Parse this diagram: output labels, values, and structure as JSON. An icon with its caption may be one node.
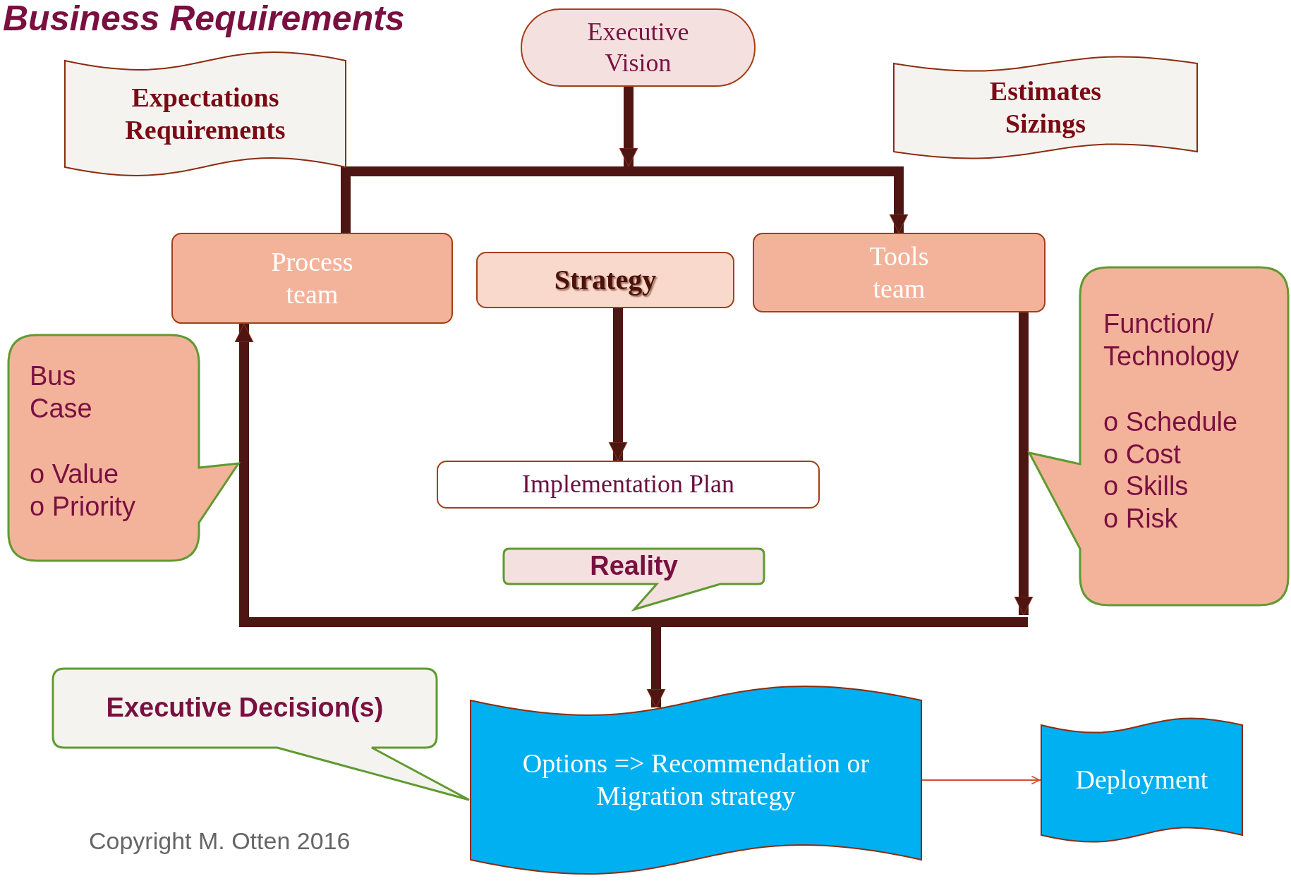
{
  "diagram": {
    "title": "Business Requirements",
    "nodes": [
      {
        "text": [
          "Expectations Requirements"
        ]
      },
      {
        "text": [
          "Executive Vision"
        ]
      },
      {
        "text": [
          "Estimates Sizings"
        ]
      },
      {
        "text": [
          "Process team"
        ]
      },
      {
        "text": [
          "Strategy"
        ]
      },
      {
        "text": [
          "Tools team"
        ]
      },
      {
        "text": [
          "Bus Case",
          "o Value",
          "o Priority"
        ]
      },
      {
        "text": [
          "Function/ Technology",
          "o Schedule",
          "o Cost",
          "o Skills",
          "o Risk"
        ]
      },
      {
        "text": [
          "Implementation Plan"
        ]
      },
      {
        "text": [
          "Reality"
        ]
      },
      {
        "text": [
          "Executive Decision(s)"
        ]
      },
      {
        "text": [
          "Options => Recommendation or Migration strategy"
        ]
      },
      {
        "text": [
          "Deployment"
        ]
      }
    ],
    "edges": [
      {
        "from": 1,
        "to": null,
        "arrow": "to"
      },
      {
        "from": null,
        "to": 3,
        "arrow": "none"
      },
      {
        "from": null,
        "to": 5,
        "arrow": "to"
      },
      {
        "from": 4,
        "to": 8,
        "arrow": "to"
      },
      {
        "from": 5,
        "to": null,
        "arrow": "to"
      },
      {
        "from": null,
        "to": 3,
        "arrow": "to"
      },
      {
        "from": null,
        "to": 11,
        "arrow": "to"
      },
      {
        "from": 11,
        "to": 12,
        "arrow": "to",
        "color": "#d0502a"
      }
    ],
    "labels": [
      "Copyright M. Otten 2016"
    ]
  }
}
